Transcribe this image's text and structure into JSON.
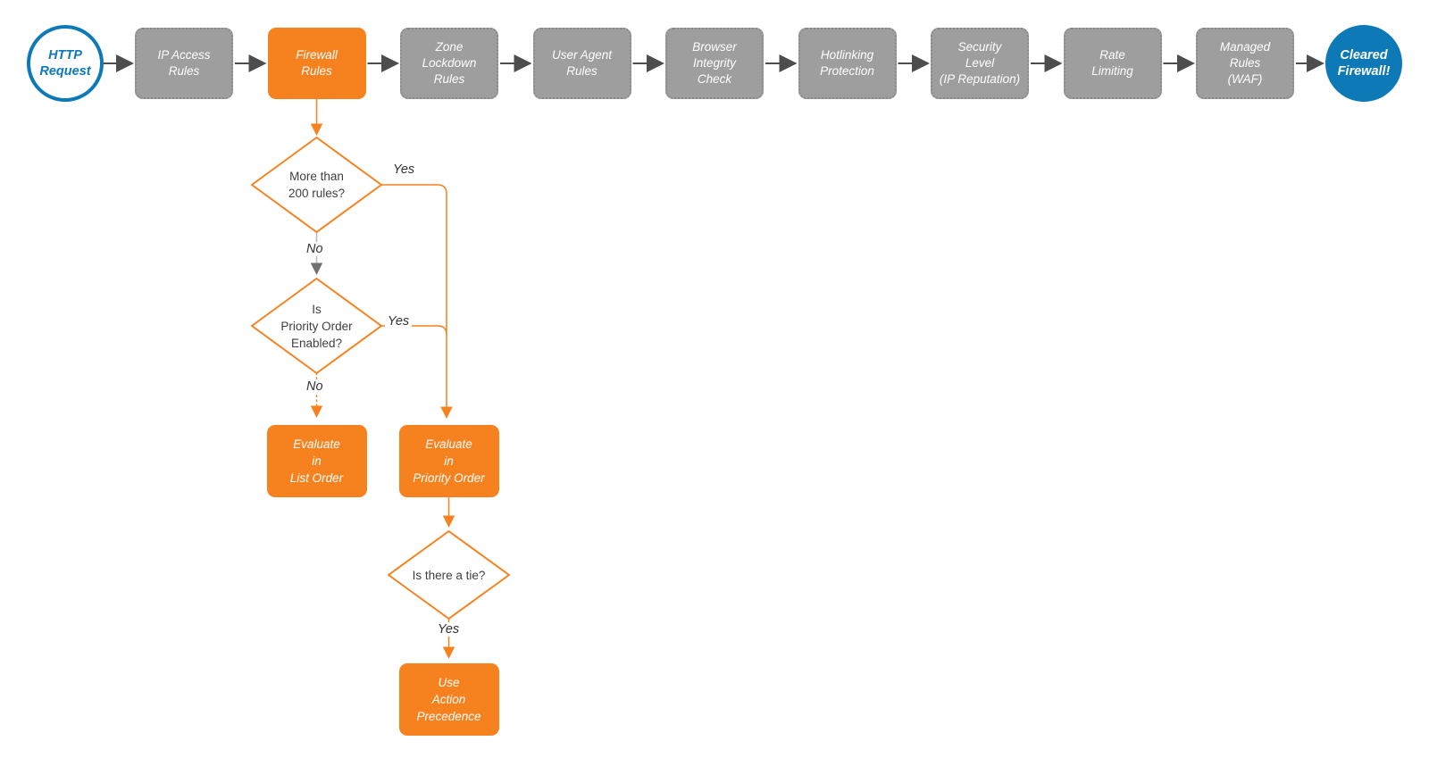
{
  "colors": {
    "orange": "#F6821F",
    "grayFill": "#9E9E9E",
    "grayDot": "#8A8A8A",
    "blue": "#0D79B7",
    "arrowDark": "#4D4D4D",
    "lineGray": "#B8B8B8",
    "arrowGray": "#707070",
    "diamondText": "#3F3F3F",
    "edgeLabelText": "#333333"
  },
  "pipeline": {
    "start": {
      "label": "HTTP\nRequest"
    },
    "steps": [
      {
        "label": "IP Access\nRules"
      },
      {
        "label": "Firewall\nRules",
        "highlighted": true
      },
      {
        "label": "Zone\nLockdown\nRules"
      },
      {
        "label": "User Agent\nRules"
      },
      {
        "label": "Browser\nIntegrity\nCheck"
      },
      {
        "label": "Hotlinking\nProtection"
      },
      {
        "label": "Security\nLevel\n(IP Reputation)"
      },
      {
        "label": "Rate\nLimiting"
      },
      {
        "label": "Managed\nRules\n(WAF)"
      }
    ],
    "end": {
      "label": "Cleared\nFirewall!"
    }
  },
  "decision_tree": {
    "decision_1": {
      "question": "More than\n200 rules?",
      "yes": "Yes",
      "no": "No"
    },
    "decision_2": {
      "question": "Is\nPriority Order\nEnabled?",
      "yes": "Yes",
      "no": "No"
    },
    "decision_3": {
      "question": "Is there a tie?",
      "yes": "Yes"
    },
    "action_list_order": {
      "label": "Evaluate\nin\nList Order"
    },
    "action_priority_order": {
      "label": "Evaluate\nin\nPriority Order"
    },
    "action_precedence": {
      "label": "Use\nAction\nPrecedence"
    }
  }
}
